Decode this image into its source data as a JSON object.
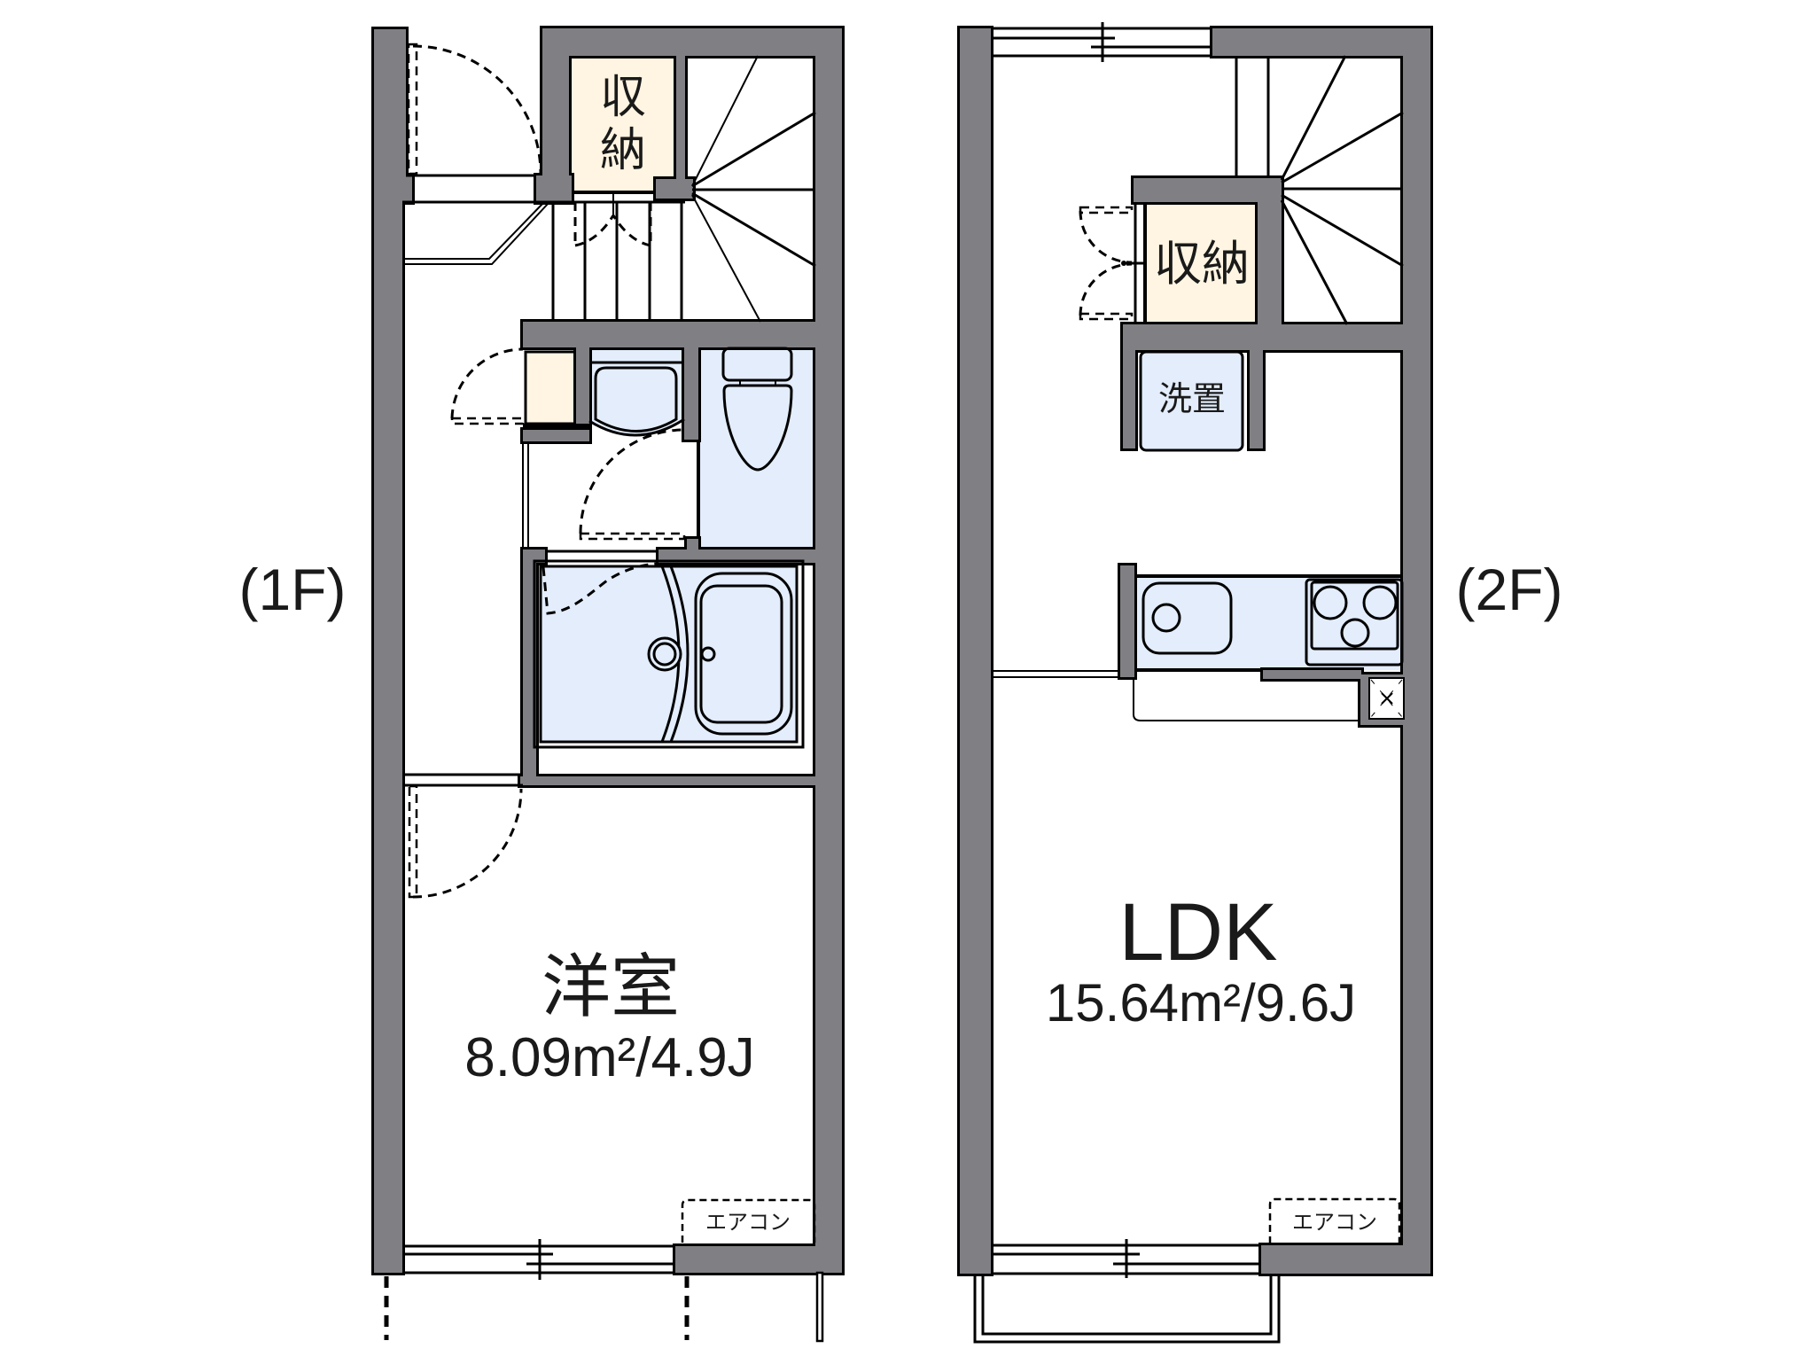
{
  "floors": [
    {
      "label": "(1F)",
      "storage": {
        "label_lines": [
          "収",
          "納"
        ]
      },
      "bedroom": {
        "name": "洋室",
        "area": "8.09m²/4.9J"
      },
      "aircon": {
        "label": "エアコン"
      },
      "fixtures": [
        "entrance-door",
        "stairs",
        "storage",
        "shoe-cabinet",
        "washbasin",
        "toilet",
        "bathtub",
        "window"
      ]
    },
    {
      "label": "(2F)",
      "storage": {
        "label": "収納"
      },
      "laundry": {
        "label": "洗置"
      },
      "ldk": {
        "name": "LDK",
        "area": "15.64m²/9.6J"
      },
      "aircon": {
        "label": "エアコン"
      },
      "fixtures": [
        "stairs",
        "storage",
        "laundry-space",
        "kitchen-sink",
        "stove",
        "ventilation",
        "window",
        "balcony"
      ]
    }
  ],
  "colors": {
    "wall": "#808084",
    "storage_fill": "#fff5e2",
    "wet_area_fill": "#e3edfb",
    "line": "#000000",
    "text": "#1a1a1a",
    "background": "#ffffff"
  }
}
